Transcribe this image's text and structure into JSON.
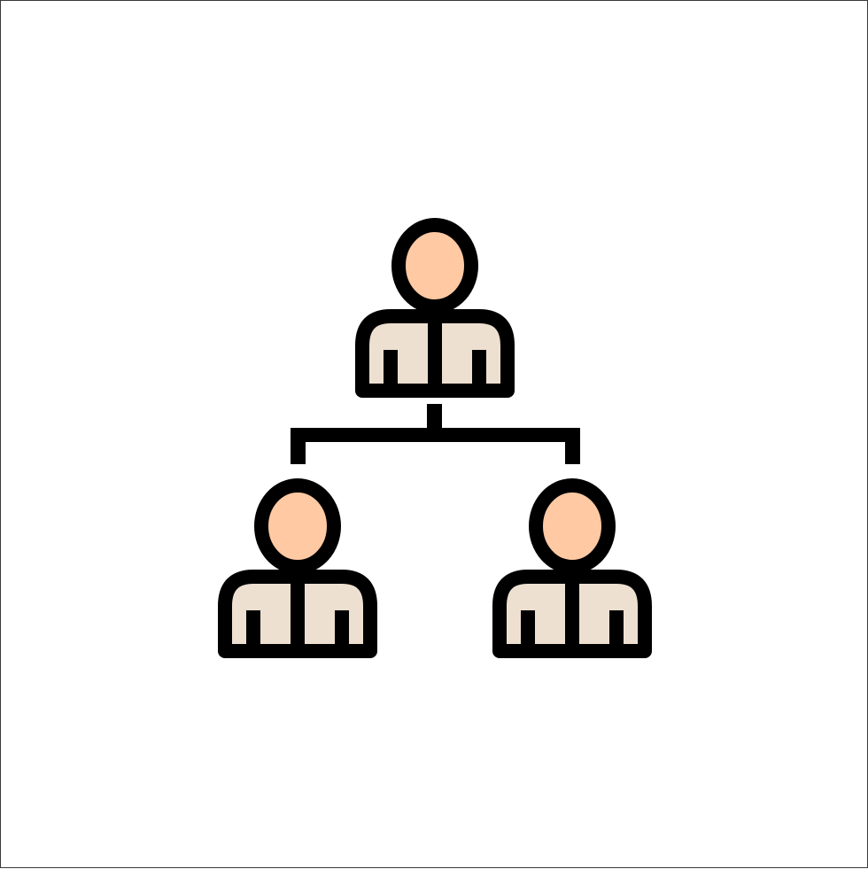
{
  "diagram": {
    "type": "org-chart-hierarchy-icon",
    "colors": {
      "outline": "#000000",
      "face": "#ffc9a3",
      "shirt": "#ede0d1",
      "background": "#ffffff",
      "border": "#3a3a3a"
    },
    "nodes": [
      {
        "id": "top",
        "role": "parent"
      },
      {
        "id": "left",
        "role": "child"
      },
      {
        "id": "right",
        "role": "child"
      }
    ],
    "edges": [
      {
        "from": "top",
        "to": "left"
      },
      {
        "from": "top",
        "to": "right"
      }
    ]
  }
}
